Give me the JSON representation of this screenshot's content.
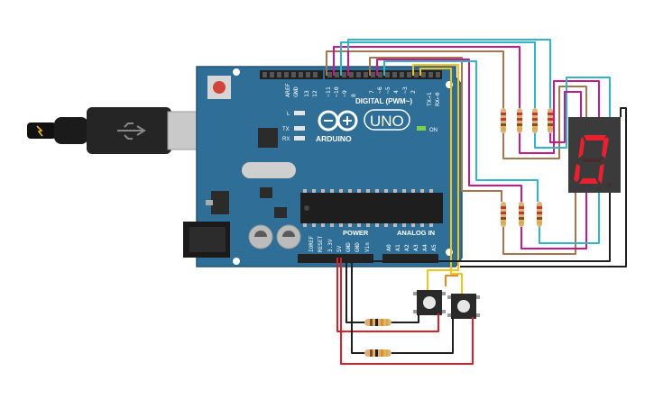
{
  "board": {
    "model": "UNO",
    "brand": "ARDUINO",
    "digital_header": "DIGITAL (PWM~)",
    "power_header": "POWER",
    "analog_header": "ANALOG IN",
    "on_label": "ON",
    "led_l": "L",
    "led_tx": "TX",
    "led_rx": "RX",
    "top_pins": [
      "AREF",
      "GND",
      "13",
      "12",
      "~11",
      "~10",
      "~9",
      "8",
      "7",
      "~6",
      "~5",
      "4",
      "~3",
      "2",
      "TX→1",
      "RX←0"
    ],
    "power_pins": [
      "IOREF",
      "RESET",
      "3.3V",
      "5V",
      "GND",
      "GND",
      "Vin"
    ],
    "analog_pins": [
      "A0",
      "A1",
      "A2",
      "A3",
      "A4",
      "A5"
    ]
  },
  "display": {
    "digit": "0"
  },
  "colors": {
    "board": "#2f6e96",
    "segment_on": "#e8202f",
    "wire_brown": "#a5754e",
    "wire_magenta": "#c8198c",
    "wire_cyan": "#31b6c9",
    "wire_red": "#d8202a",
    "wire_black": "#1f1f1f",
    "wire_yellow": "#f0c419",
    "wire_orange": "#e88a23"
  }
}
